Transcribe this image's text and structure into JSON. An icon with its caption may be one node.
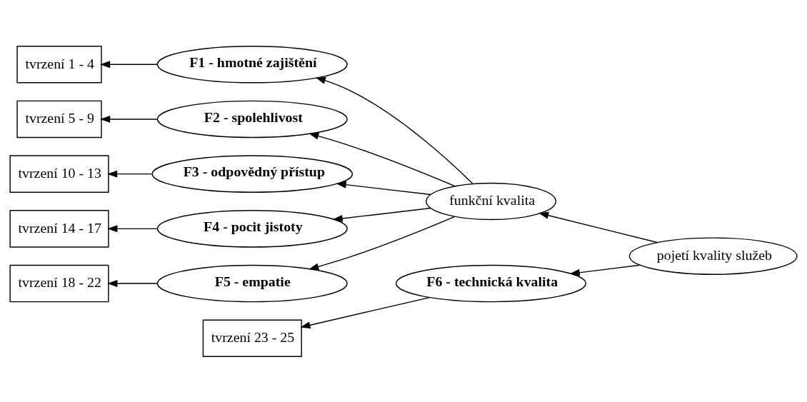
{
  "diagram": {
    "nodes": [
      {
        "text": [
          "tvrzení 1 - 4"
        ]
      },
      {
        "text": [
          "F1 - hmotné zajištění"
        ]
      },
      {
        "text": [
          "tvrzení 5 - 9"
        ]
      },
      {
        "text": [
          "F2 - spolehlivost"
        ]
      },
      {
        "text": [
          "tvrzení 10 - 13"
        ]
      },
      {
        "text": [
          "F3 - odpovědný přístup"
        ]
      },
      {
        "text": [
          "funkční kvalita"
        ]
      },
      {
        "text": [
          "tvrzení 14 - 17"
        ]
      },
      {
        "text": [
          "F4 - pocit jistoty"
        ]
      },
      {
        "text": [
          "pojetí kvality služeb"
        ]
      },
      {
        "text": [
          "tvrzení 18 - 22"
        ]
      },
      {
        "text": [
          "F5 - empatie"
        ]
      },
      {
        "text": [
          "tvrzení 23 - 25"
        ]
      },
      {
        "text": [
          "F6 - technická kvalita"
        ]
      }
    ],
    "edges": [
      {
        "from": 1,
        "to": 0,
        "arrow": "to"
      },
      {
        "from": 3,
        "to": 2,
        "arrow": "to"
      },
      {
        "from": 5,
        "to": 4,
        "arrow": "to"
      },
      {
        "from": 8,
        "to": 7,
        "arrow": "to"
      },
      {
        "from": 11,
        "to": 10,
        "arrow": "to"
      },
      {
        "from": 13,
        "to": 12,
        "arrow": "to"
      },
      {
        "from": 6,
        "to": 1,
        "arrow": "to"
      },
      {
        "from": 6,
        "to": 3,
        "arrow": "to"
      },
      {
        "from": 6,
        "to": 5,
        "arrow": "to"
      },
      {
        "from": 6,
        "to": 8,
        "arrow": "to"
      },
      {
        "from": 6,
        "to": 11,
        "arrow": "to"
      },
      {
        "from": 9,
        "to": 6,
        "arrow": "to"
      },
      {
        "from": 9,
        "to": 13,
        "arrow": "to"
      }
    ]
  }
}
